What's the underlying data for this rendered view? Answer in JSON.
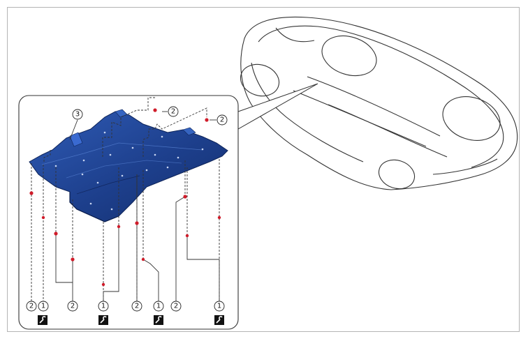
{
  "diagram": {
    "callouts": {
      "panel": "3",
      "fastener_a": "1",
      "fastener_b": "2"
    },
    "bottom_row": [
      "2",
      "1",
      "2",
      "1",
      "2",
      "1",
      "2",
      "1"
    ],
    "top_callouts": [
      "2",
      "2"
    ],
    "tool_icon": "wrench-torque-icon",
    "colors": {
      "panel_fill": "#1d3f8c",
      "panel_edge": "#0e2459",
      "fastener": "#d01c2a",
      "line": "#2a2a2a",
      "frame": "#b4b4b4"
    }
  }
}
